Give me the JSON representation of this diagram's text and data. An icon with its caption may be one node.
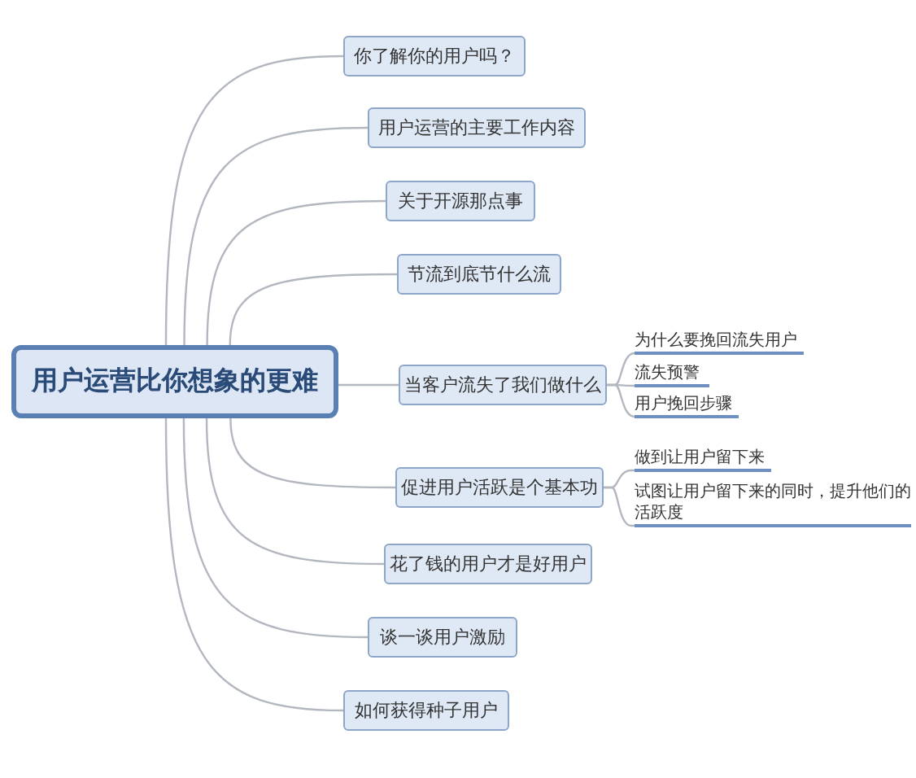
{
  "diagram": {
    "nodes": [
      {
        "text": [
          "用户运营比你想象的更难"
        ]
      },
      {
        "text": [
          "你了解你的用户吗？"
        ]
      },
      {
        "text": [
          "用户运营的主要工作内容"
        ]
      },
      {
        "text": [
          "关于开源那点事"
        ]
      },
      {
        "text": [
          "节流到底节什么流"
        ]
      },
      {
        "text": [
          "当客户流失了我们做什么"
        ]
      },
      {
        "text": [
          "为什么要挽回流失用户"
        ]
      },
      {
        "text": [
          "流失预警"
        ]
      },
      {
        "text": [
          "用户挽回步骤"
        ]
      },
      {
        "text": [
          "促进用户活跃是个基本功"
        ]
      },
      {
        "text": [
          "做到让用户留下来"
        ]
      },
      {
        "text": [
          "试图让用户留下来的同时，提升他们的活跃度"
        ]
      },
      {
        "text": [
          "花了钱的用户才是好用户"
        ]
      },
      {
        "text": [
          "谈一谈用户激励"
        ]
      },
      {
        "text": [
          "如何获得种子用户"
        ]
      }
    ],
    "edges": [
      {
        "from": 0,
        "to": 1,
        "arrow": "none"
      },
      {
        "from": 0,
        "to": 2,
        "arrow": "none"
      },
      {
        "from": 0,
        "to": 3,
        "arrow": "none"
      },
      {
        "from": 0,
        "to": 4,
        "arrow": "none"
      },
      {
        "from": 0,
        "to": 5,
        "arrow": "none"
      },
      {
        "from": 5,
        "to": 6,
        "arrow": "none"
      },
      {
        "from": 5,
        "to": 7,
        "arrow": "none"
      },
      {
        "from": 5,
        "to": 8,
        "arrow": "none"
      },
      {
        "from": 0,
        "to": 9,
        "arrow": "none"
      },
      {
        "from": 9,
        "to": 10,
        "arrow": "none"
      },
      {
        "from": 9,
        "to": 11,
        "arrow": "none"
      },
      {
        "from": 0,
        "to": 12,
        "arrow": "none"
      },
      {
        "from": 0,
        "to": 13,
        "arrow": "none"
      },
      {
        "from": 0,
        "to": 14,
        "arrow": "none"
      }
    ]
  }
}
